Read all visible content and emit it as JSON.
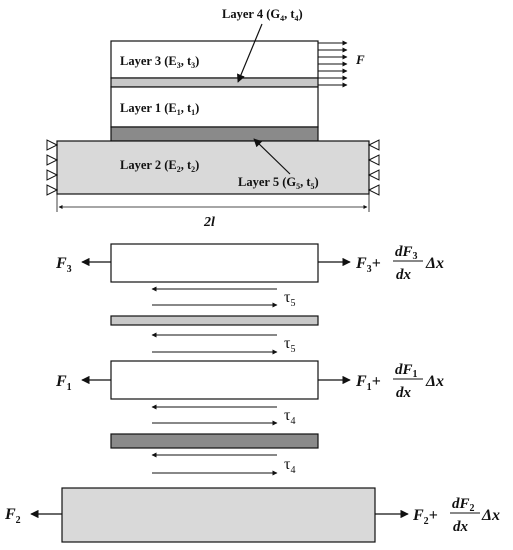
{
  "colors": {
    "stroke": "#111111",
    "adherend_fill": "#d9d9d9",
    "adhesive_light": "#c8c8c8",
    "adhesive_dark": "#8a8a8a",
    "background": "#ffffff"
  },
  "top_diagram": {
    "layer3": {
      "name": "Layer 3 (E",
      "sub1": "3",
      "mid": ", t",
      "sub2": "3",
      "end": ")"
    },
    "layer1": {
      "name": "Layer 1 (E",
      "sub1": "1",
      "mid": ", t",
      "sub2": "1",
      "end": ")"
    },
    "layer2": {
      "name": "Layer 2 (E",
      "sub1": "2",
      "mid": ", t",
      "sub2": "2",
      "end": ")"
    },
    "layer4": {
      "name": "Layer 4 (G",
      "sub1": "4",
      "mid": ", t",
      "sub2": "4",
      "end": ")"
    },
    "layer5": {
      "name": "Layer 5 (G",
      "sub1": "5",
      "mid": ", t",
      "sub2": "5",
      "end": ")"
    },
    "force_label": "F",
    "length_label": "2l"
  },
  "free_body": {
    "f3": {
      "left": "F",
      "left_sub": "3",
      "right": "F",
      "right_sub": "3",
      "plus": "+",
      "num": "dF",
      "num_sub": "3",
      "den": "dx",
      "delta": "Δx"
    },
    "f1": {
      "left": "F",
      "left_sub": "1",
      "right": "F",
      "right_sub": "1",
      "plus": "+",
      "num": "dF",
      "num_sub": "1",
      "den": "dx",
      "delta": "Δx"
    },
    "f2": {
      "left": "F",
      "left_sub": "2",
      "right": "F",
      "right_sub": "2",
      "plus": "+",
      "num": "dF",
      "num_sub": "2",
      "den": "dx",
      "delta": "Δx"
    },
    "tau5": {
      "sym": "τ",
      "sub": "5"
    },
    "tau4": {
      "sym": "τ",
      "sub": "4"
    }
  }
}
